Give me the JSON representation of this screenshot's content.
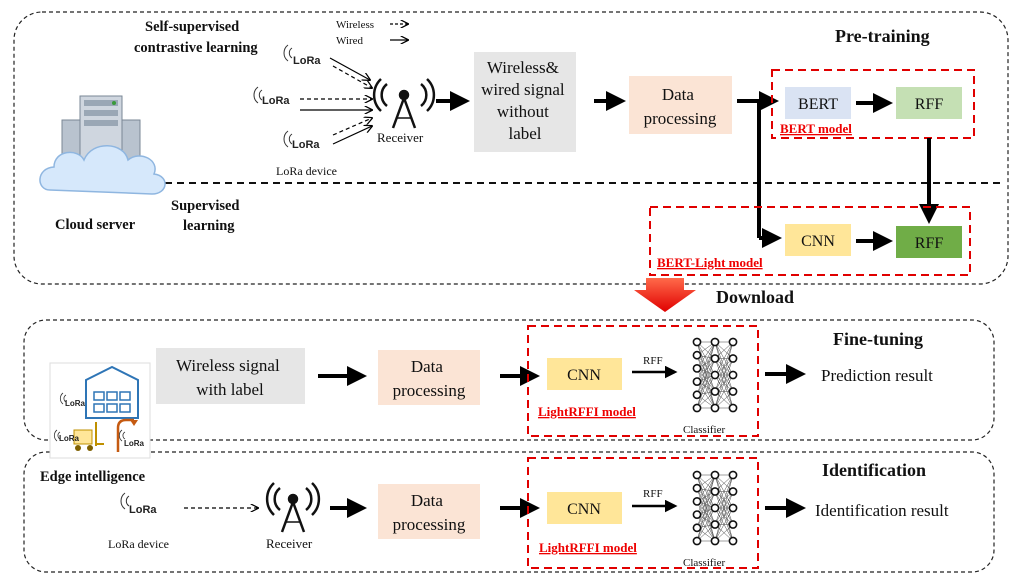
{
  "sections": {
    "pretraining": "Pre-training",
    "finetuning": "Fine-tuning",
    "identification": "Identification",
    "download": "Download"
  },
  "labels": {
    "ssl_line1": "Self-supervised",
    "ssl_line2": "contrastive learning",
    "sup_line1": "Supervised",
    "sup_line2": "learning",
    "cloud_server": "Cloud server",
    "edge_intelligence": "Edge intelligence",
    "legend_wireless": "Wireless",
    "legend_wired": "Wired",
    "lora": "LoRa",
    "lora_device": "LoRa device",
    "receiver": "Receiver",
    "rff": "RFF",
    "classifier": "Classifier"
  },
  "boxes": {
    "pre_signal": [
      "Wireless&",
      "wired signal",
      "without",
      "label"
    ],
    "data_processing": [
      "Data",
      "processing"
    ],
    "bert": "BERT",
    "rff": "RFF",
    "cnn": "CNN",
    "ft_signal": [
      "Wireless signal",
      "with label"
    ]
  },
  "models": {
    "bert": "BERT model",
    "bert_light": "BERT-Light model",
    "lightrffi": "LightRFFI model"
  },
  "results": {
    "prediction": "Prediction result",
    "identification": "Identification result"
  },
  "colors": {
    "gray_box": "#e6e6e6",
    "peach_box": "#fbe4d5",
    "blue_box": "#dae3f3",
    "light_green": "#c5e0b4",
    "green": "#70ad47",
    "yellow": "#ffe699",
    "red_dash": "#e00000",
    "download_arrow": "#ff2a1a"
  },
  "icons": [
    "cloud-server-icon",
    "antenna-icon",
    "lora-icon",
    "warehouse-icon",
    "forklift-icon",
    "streetlight-icon",
    "neural-network-icon"
  ]
}
